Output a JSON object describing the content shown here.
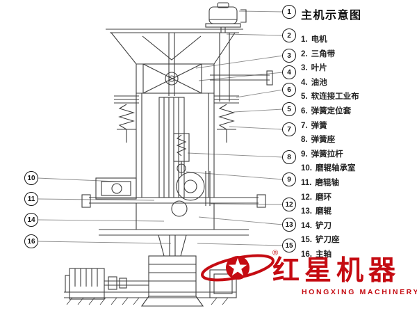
{
  "legend": {
    "title": "主机示意图",
    "items": [
      {
        "num": "1.",
        "label": "电机"
      },
      {
        "num": "2.",
        "label": "三角带"
      },
      {
        "num": "3.",
        "label": "叶片"
      },
      {
        "num": "4.",
        "label": "油池"
      },
      {
        "num": "5.",
        "label": "软连接工业布"
      },
      {
        "num": "6.",
        "label": "弹簧定位套"
      },
      {
        "num": "7.",
        "label": "弹簧"
      },
      {
        "num": "8.",
        "label": "弹簧座"
      },
      {
        "num": "9.",
        "label": "弹簧拉杆"
      },
      {
        "num": "10.",
        "label": "磨辊轴承室"
      },
      {
        "num": "11.",
        "label": "磨辊轴"
      },
      {
        "num": "12.",
        "label": "磨环"
      },
      {
        "num": "13.",
        "label": "磨辊"
      },
      {
        "num": "14.",
        "label": "铲刀"
      },
      {
        "num": "15.",
        "label": "铲刀座"
      },
      {
        "num": "16.",
        "label": "主轴"
      }
    ]
  },
  "callouts": [
    {
      "n": "1"
    },
    {
      "n": "2"
    },
    {
      "n": "3"
    },
    {
      "n": "4"
    },
    {
      "n": "5"
    },
    {
      "n": "6"
    },
    {
      "n": "7"
    },
    {
      "n": "8"
    },
    {
      "n": "9"
    },
    {
      "n": "10"
    },
    {
      "n": "11"
    },
    {
      "n": "12"
    },
    {
      "n": "13"
    },
    {
      "n": "14"
    },
    {
      "n": "15"
    },
    {
      "n": "16"
    }
  ],
  "watermark": {
    "cn": "红星机器",
    "en": "HONGXING MACHINERY",
    "registered": "®"
  },
  "colors": {
    "brand_red": "#c50b12",
    "line": "#3d3d3d",
    "leader": "#8d8d8d"
  }
}
